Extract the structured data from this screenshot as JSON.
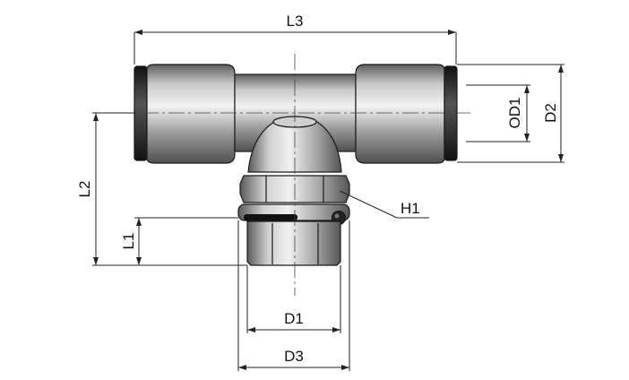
{
  "labels": {
    "l3": "L3",
    "l2": "L2",
    "l1": "L1",
    "od1": "OD1",
    "d2": "D2",
    "h1": "H1",
    "d1": "D1",
    "d3": "D3"
  },
  "colors": {
    "metal_light": "#e6e6e6",
    "metal_mid": "#a8a8a8",
    "metal_dark": "#5e5e5e",
    "collet_black": "#1c1c1c",
    "line": "#222222",
    "background": "#ffffff"
  }
}
